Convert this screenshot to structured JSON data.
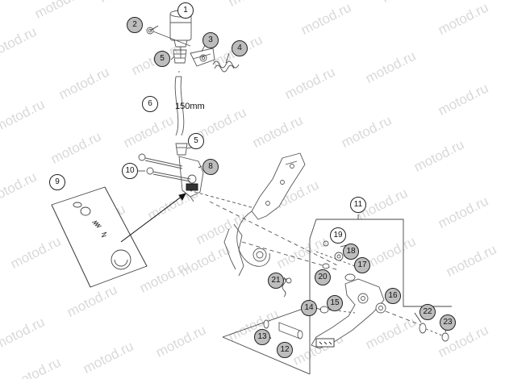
{
  "watermark": "motod.ru",
  "dimension_label": "150mm",
  "callouts": [
    {
      "id": "1",
      "fill": "white"
    },
    {
      "id": "2",
      "fill": "gray"
    },
    {
      "id": "3",
      "fill": "gray"
    },
    {
      "id": "4",
      "fill": "gray"
    },
    {
      "id": "5",
      "fill": "gray"
    },
    {
      "id": "6",
      "fill": "white"
    },
    {
      "id": "5",
      "fill": "white"
    },
    {
      "id": "8",
      "fill": "gray"
    },
    {
      "id": "9",
      "fill": "white"
    },
    {
      "id": "10",
      "fill": "white"
    },
    {
      "id": "11",
      "fill": "white"
    },
    {
      "id": "19",
      "fill": "white"
    },
    {
      "id": "18",
      "fill": "gray"
    },
    {
      "id": "17",
      "fill": "gray"
    },
    {
      "id": "20",
      "fill": "gray"
    },
    {
      "id": "21",
      "fill": "gray"
    },
    {
      "id": "14",
      "fill": "gray"
    },
    {
      "id": "15",
      "fill": "gray"
    },
    {
      "id": "16",
      "fill": "gray"
    },
    {
      "id": "22",
      "fill": "gray"
    },
    {
      "id": "23",
      "fill": "gray"
    },
    {
      "id": "13",
      "fill": "gray"
    },
    {
      "id": "12",
      "fill": "gray"
    }
  ]
}
